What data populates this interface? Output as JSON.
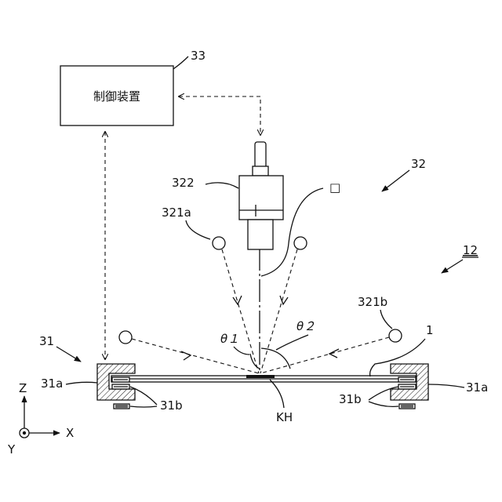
{
  "figure": {
    "control_device": {
      "text": "制御装置",
      "ref": "33"
    },
    "camera": {
      "ref": "322"
    },
    "camera_axis_label": "□",
    "inspection_unit": {
      "ref": "32"
    },
    "light_left_top": "321a",
    "light_right_top": "321b",
    "unit_ref": "12",
    "holder_ref": "31",
    "holder_left": "31a",
    "holder_right": "31a",
    "clamp_left": "31b",
    "clamp_right": "31b",
    "angle1": "θ１",
    "angle2": "θ２",
    "workpiece_ref": "1",
    "defect": "KH",
    "axis_z": "Z",
    "axis_x": "X",
    "axis_y": "Y"
  }
}
